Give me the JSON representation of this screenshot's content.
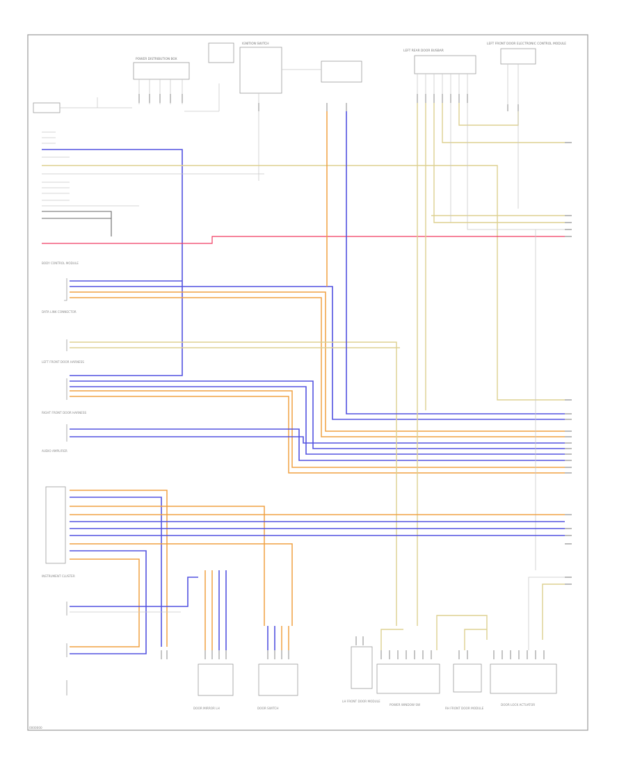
{
  "diagram": {
    "footer_code": "0000000",
    "top_connectors": [
      {
        "id": "c1",
        "label": "POWER DISTRIBUTION BOX"
      },
      {
        "id": "c2",
        "label": "IGNITION SWITCH"
      },
      {
        "id": "c3",
        "label": "LEFT REAR DOOR BUSBAR"
      },
      {
        "id": "c4",
        "label": "LEFT FRONT DOOR ELECTRONIC CONTROL MODULE"
      }
    ],
    "mid_labels": [
      {
        "id": "m1",
        "text": "BODY CONTROL MODULE"
      },
      {
        "id": "m2",
        "text": "DATA LINK CONNECTOR"
      },
      {
        "id": "m3",
        "text": "LEFT FRONT DOOR HARNESS"
      },
      {
        "id": "m4",
        "text": "RIGHT FRONT DOOR HARNESS"
      },
      {
        "id": "m5",
        "text": "AUDIO AMPLIFIER"
      },
      {
        "id": "m6",
        "text": "INSTRUMENT CLUSTER"
      }
    ],
    "bottom_components": [
      {
        "id": "b1",
        "label": "DOOR MIRROR LH"
      },
      {
        "id": "b2",
        "label": "DOOR SWITCH"
      },
      {
        "id": "b3",
        "label": "LH FRONT DOOR MODULE"
      },
      {
        "id": "b4",
        "label": "POWER WINDOW SW"
      },
      {
        "id": "b5",
        "label": "RH FRONT DOOR MODULE"
      },
      {
        "id": "b6",
        "label": "DOOR LOCK ACTUATOR"
      }
    ]
  }
}
